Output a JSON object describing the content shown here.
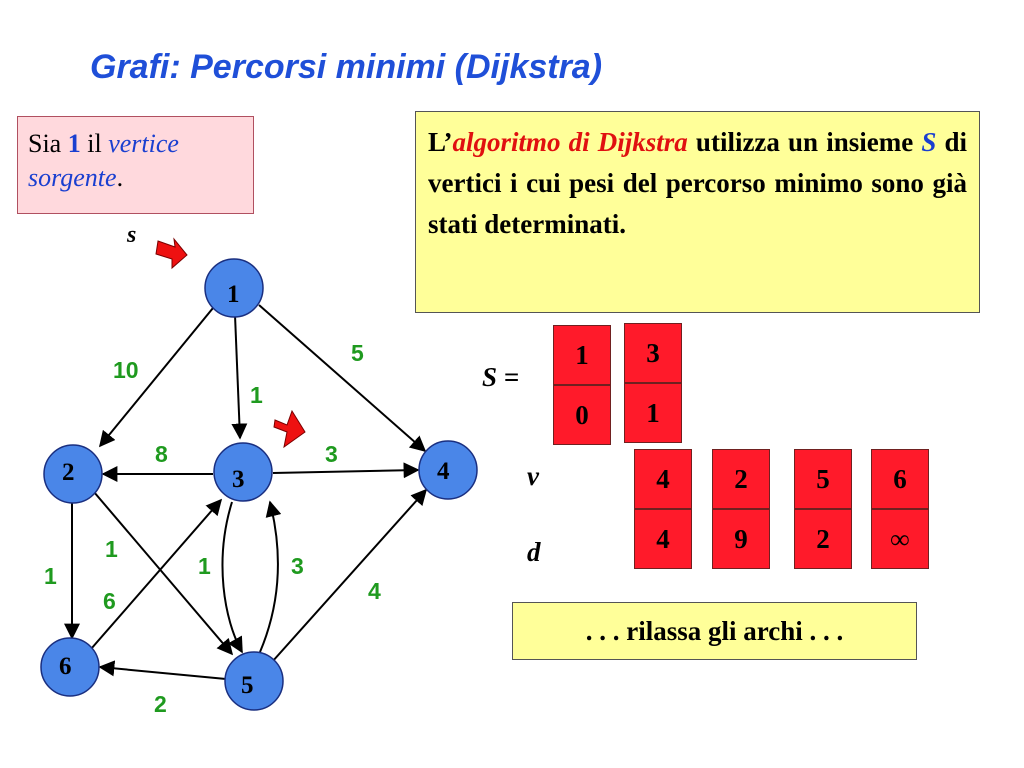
{
  "title": "Grafi: Percorsi minimi (Dijkstra)",
  "source_box": {
    "part1": "Sia ",
    "vertex": "1",
    "part2": " il ",
    "em1": "vertice",
    "em2": "sorgente",
    "end": "."
  },
  "info_box": {
    "prefix": "L’",
    "algo": "algoritmo di Dijkstra",
    "part1": " utilizza un insieme ",
    "set_name": "S",
    "part2": " di vertici i cui pesi del percorso minimo sono già stati determinati."
  },
  "relax_text": ". . . rilassa gli archi . . .",
  "source_marker": "s",
  "labels": {
    "S": "S =",
    "v": "v",
    "d": "d"
  },
  "S_set": [
    {
      "v": "1",
      "d": "0"
    },
    {
      "v": "3",
      "d": "1"
    }
  ],
  "queue": [
    {
      "v": "4",
      "d": "4"
    },
    {
      "v": "2",
      "d": "9"
    },
    {
      "v": "5",
      "d": "2"
    },
    {
      "v": "6",
      "d": "∞"
    }
  ],
  "graph": {
    "nodes": [
      "1",
      "2",
      "3",
      "4",
      "5",
      "6"
    ],
    "edges": [
      {
        "from": "1",
        "to": "2",
        "w": "10"
      },
      {
        "from": "1",
        "to": "3",
        "w": "1"
      },
      {
        "from": "1",
        "to": "4",
        "w": "5"
      },
      {
        "from": "3",
        "to": "2",
        "w": "8"
      },
      {
        "from": "3",
        "to": "4",
        "w": "3"
      },
      {
        "from": "2",
        "to": "6",
        "w": "1"
      },
      {
        "from": "2",
        "to": "5",
        "w": "1"
      },
      {
        "from": "6",
        "to": "3",
        "w": "6"
      },
      {
        "from": "3",
        "to": "5",
        "w": "1"
      },
      {
        "from": "5",
        "to": "3",
        "w": "3"
      },
      {
        "from": "5",
        "to": "4",
        "w": "4"
      },
      {
        "from": "5",
        "to": "6",
        "w": "2"
      }
    ]
  },
  "colors": {
    "title": "#1f4fd8",
    "node_fill": "#4a86e8",
    "weight": "#1f9a1f",
    "cell": "#ff1a2a",
    "note_bg": "#ffff99",
    "source_bg": "#ffd9dd"
  }
}
